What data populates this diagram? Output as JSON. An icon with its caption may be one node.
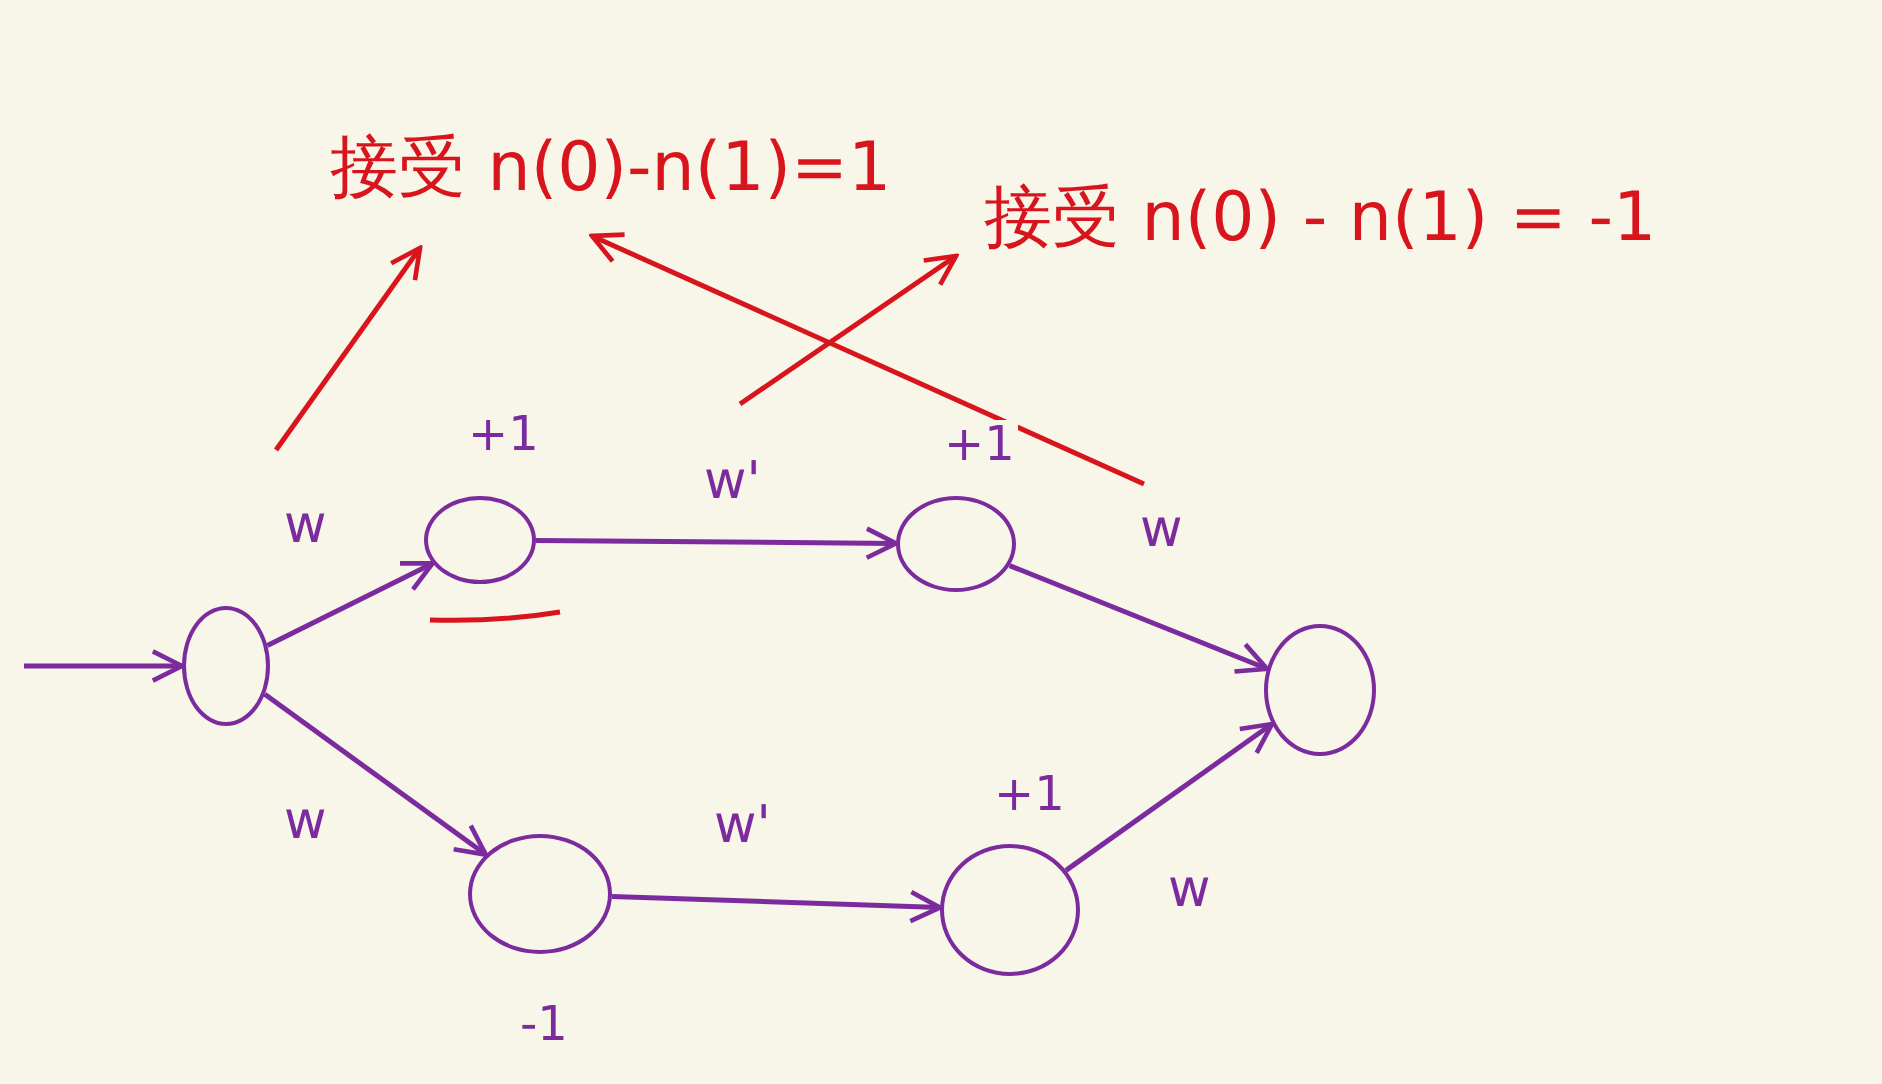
{
  "diagram": {
    "nodes": [
      {
        "text": [],
        "shape": "circle"
      },
      {
        "text": [],
        "shape": "circle",
        "beside": [
          "+1"
        ]
      },
      {
        "text": [],
        "shape": "circle",
        "beside": [
          "+1"
        ]
      },
      {
        "text": [],
        "shape": "circle"
      },
      {
        "text": [],
        "shape": "circle",
        "beside": [
          "-1"
        ]
      },
      {
        "text": [],
        "shape": "circle",
        "beside": [
          "+1"
        ]
      },
      {
        "text": [
          "接受 n(0)-n(1)=1"
        ]
      },
      {
        "text": [
          "接受 n(0) - n(1) = -1"
        ]
      }
    ],
    "edges": [
      {
        "from": null,
        "to": 0,
        "arrow": "to"
      },
      {
        "from": 0,
        "to": 1,
        "arrow": "to",
        "label": "w"
      },
      {
        "from": 0,
        "to": 4,
        "arrow": "to",
        "label": "w"
      },
      {
        "from": 1,
        "to": 2,
        "arrow": "to",
        "label": "w'"
      },
      {
        "from": 2,
        "to": 3,
        "arrow": "to",
        "label": "w"
      },
      {
        "from": 4,
        "to": 5,
        "arrow": "to",
        "label": "w'"
      },
      {
        "from": 5,
        "to": 3,
        "arrow": "to",
        "label": "w"
      },
      {
        "from": null,
        "to": 6,
        "arrow": "to",
        "color": "#d8141c"
      },
      {
        "from": null,
        "to": 7,
        "arrow": "to",
        "color": "#d8141c"
      },
      {
        "from": null,
        "to": 6,
        "arrow": "to",
        "color": "#d8141c"
      }
    ]
  }
}
